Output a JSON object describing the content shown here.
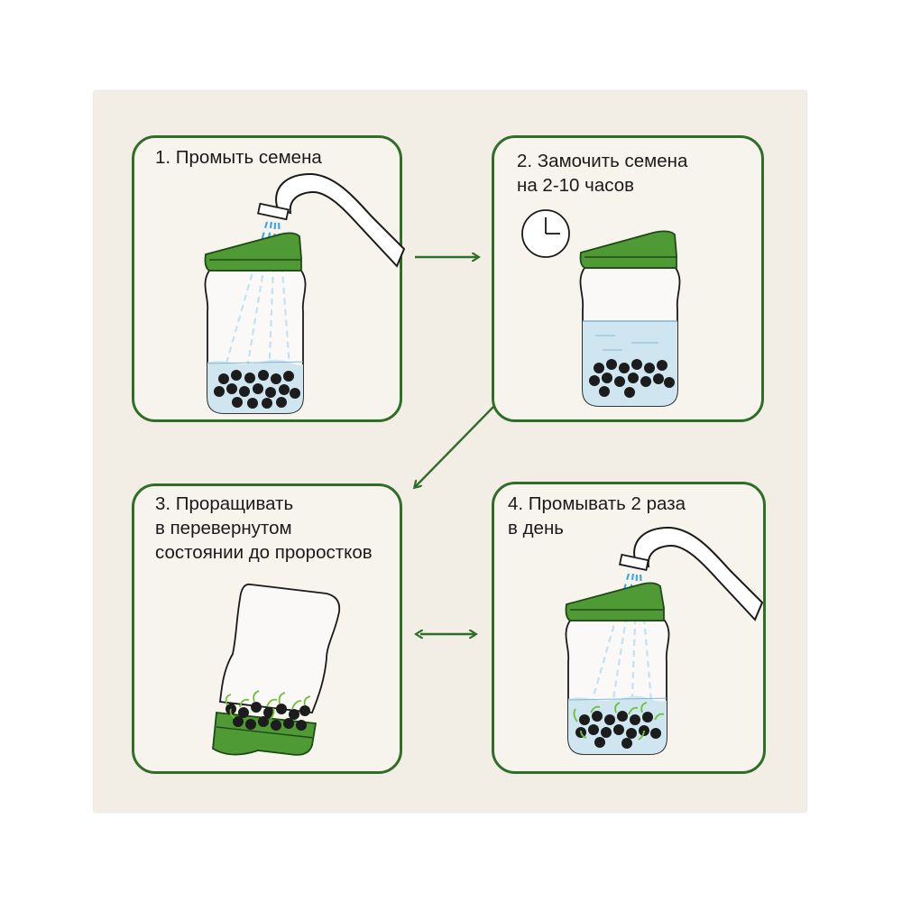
{
  "steps": [
    {
      "lines": [
        "1. Промыть семена"
      ]
    },
    {
      "lines": [
        "2. Замочить семена",
        "на 2-10 часов"
      ]
    },
    {
      "lines": [
        "3. Проращивать",
        "в перевернутом",
        "состоянии до проростков"
      ]
    },
    {
      "lines": [
        "4. Промывать 2 раза",
        "в день"
      ]
    }
  ],
  "icons": [
    "faucet-icon",
    "clock-icon",
    "jar-icon",
    "seed-icon",
    "sprout-icon",
    "arrow-icon"
  ],
  "colors": {
    "frame_green": "#2e6e27",
    "lid_green": "#4f9a34",
    "water_blue": "#cfe6f1",
    "stream_blue": "#3fa8e0",
    "card_bg": "#f2eee6"
  }
}
